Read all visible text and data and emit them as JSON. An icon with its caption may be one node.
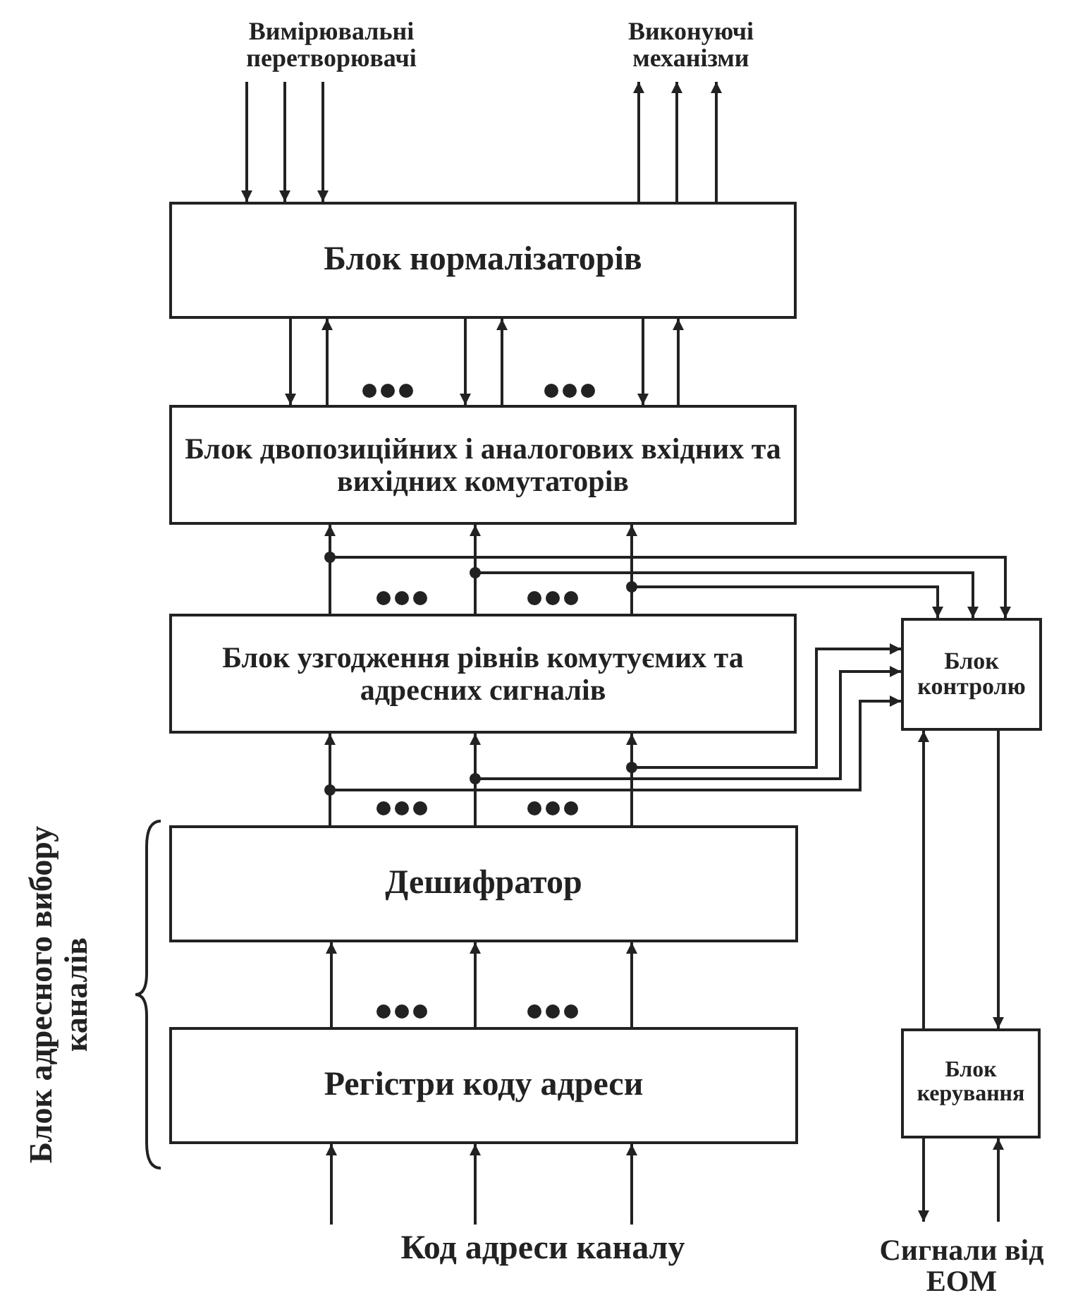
{
  "diagram": {
    "nodes": [
      {
        "text": [
          "Вимірювальні перетворювачі"
        ]
      },
      {
        "text": [
          "Виконуючі механізми"
        ]
      },
      {
        "text": [
          "Блок нормалізаторів"
        ]
      },
      {
        "text": [
          "Блок двопозиційних і аналогових вхідних та вихідних комутаторів"
        ]
      },
      {
        "text": [
          "Блок узгодження рівнів комутуємих та адресних сигналів"
        ]
      },
      {
        "text": [
          "Блок контролю"
        ]
      },
      {
        "text": [
          "Дешифратор"
        ]
      },
      {
        "text": [
          "Регістри коду адреси"
        ]
      },
      {
        "text": [
          "Блок керування"
        ]
      },
      {
        "text": [
          "Код адреси каналу"
        ]
      },
      {
        "text": [
          "Сигнали від ЕОМ"
        ]
      }
    ],
    "edges": [
      {
        "from": 0,
        "to": 2,
        "arrow": "to"
      },
      {
        "from": 0,
        "to": 2,
        "arrow": "to"
      },
      {
        "from": 0,
        "to": 2,
        "arrow": "to"
      },
      {
        "from": 2,
        "to": 1,
        "arrow": "to"
      },
      {
        "from": 2,
        "to": 1,
        "arrow": "to"
      },
      {
        "from": 2,
        "to": 1,
        "arrow": "to"
      },
      {
        "from": 2,
        "to": 3,
        "arrow": "to"
      },
      {
        "from": 2,
        "to": 3,
        "arrow": "to"
      },
      {
        "from": 2,
        "to": 3,
        "arrow": "to"
      },
      {
        "from": 3,
        "to": 2,
        "arrow": "to"
      },
      {
        "from": 3,
        "to": 2,
        "arrow": "to"
      },
      {
        "from": 3,
        "to": 2,
        "arrow": "to"
      },
      {
        "from": 4,
        "to": 3,
        "arrow": "to"
      },
      {
        "from": 4,
        "to": 3,
        "arrow": "to"
      },
      {
        "from": 4,
        "to": 3,
        "arrow": "to"
      },
      {
        "from": 4,
        "to": 5,
        "arrow": "to"
      },
      {
        "from": 4,
        "to": 5,
        "arrow": "to"
      },
      {
        "from": 4,
        "to": 5,
        "arrow": "to"
      },
      {
        "from": 6,
        "to": 4,
        "arrow": "to"
      },
      {
        "from": 6,
        "to": 4,
        "arrow": "to"
      },
      {
        "from": 6,
        "to": 4,
        "arrow": "to"
      },
      {
        "from": 6,
        "to": 5,
        "arrow": "to"
      },
      {
        "from": 6,
        "to": 5,
        "arrow": "to"
      },
      {
        "from": 6,
        "to": 5,
        "arrow": "to"
      },
      {
        "from": 7,
        "to": 6,
        "arrow": "to"
      },
      {
        "from": 7,
        "to": 6,
        "arrow": "to"
      },
      {
        "from": 7,
        "to": 6,
        "arrow": "to"
      },
      {
        "from": 9,
        "to": 7,
        "arrow": "to"
      },
      {
        "from": 9,
        "to": 7,
        "arrow": "to"
      },
      {
        "from": 9,
        "to": 7,
        "arrow": "to"
      },
      {
        "from": 8,
        "to": 5,
        "arrow": "to"
      },
      {
        "from": 5,
        "to": 8,
        "arrow": "to"
      },
      {
        "from": 8,
        "to": 10,
        "arrow": "to"
      },
      {
        "from": 10,
        "to": 8,
        "arrow": "to"
      }
    ],
    "labels": [
      "Блок адресного вибору каналів"
    ]
  }
}
